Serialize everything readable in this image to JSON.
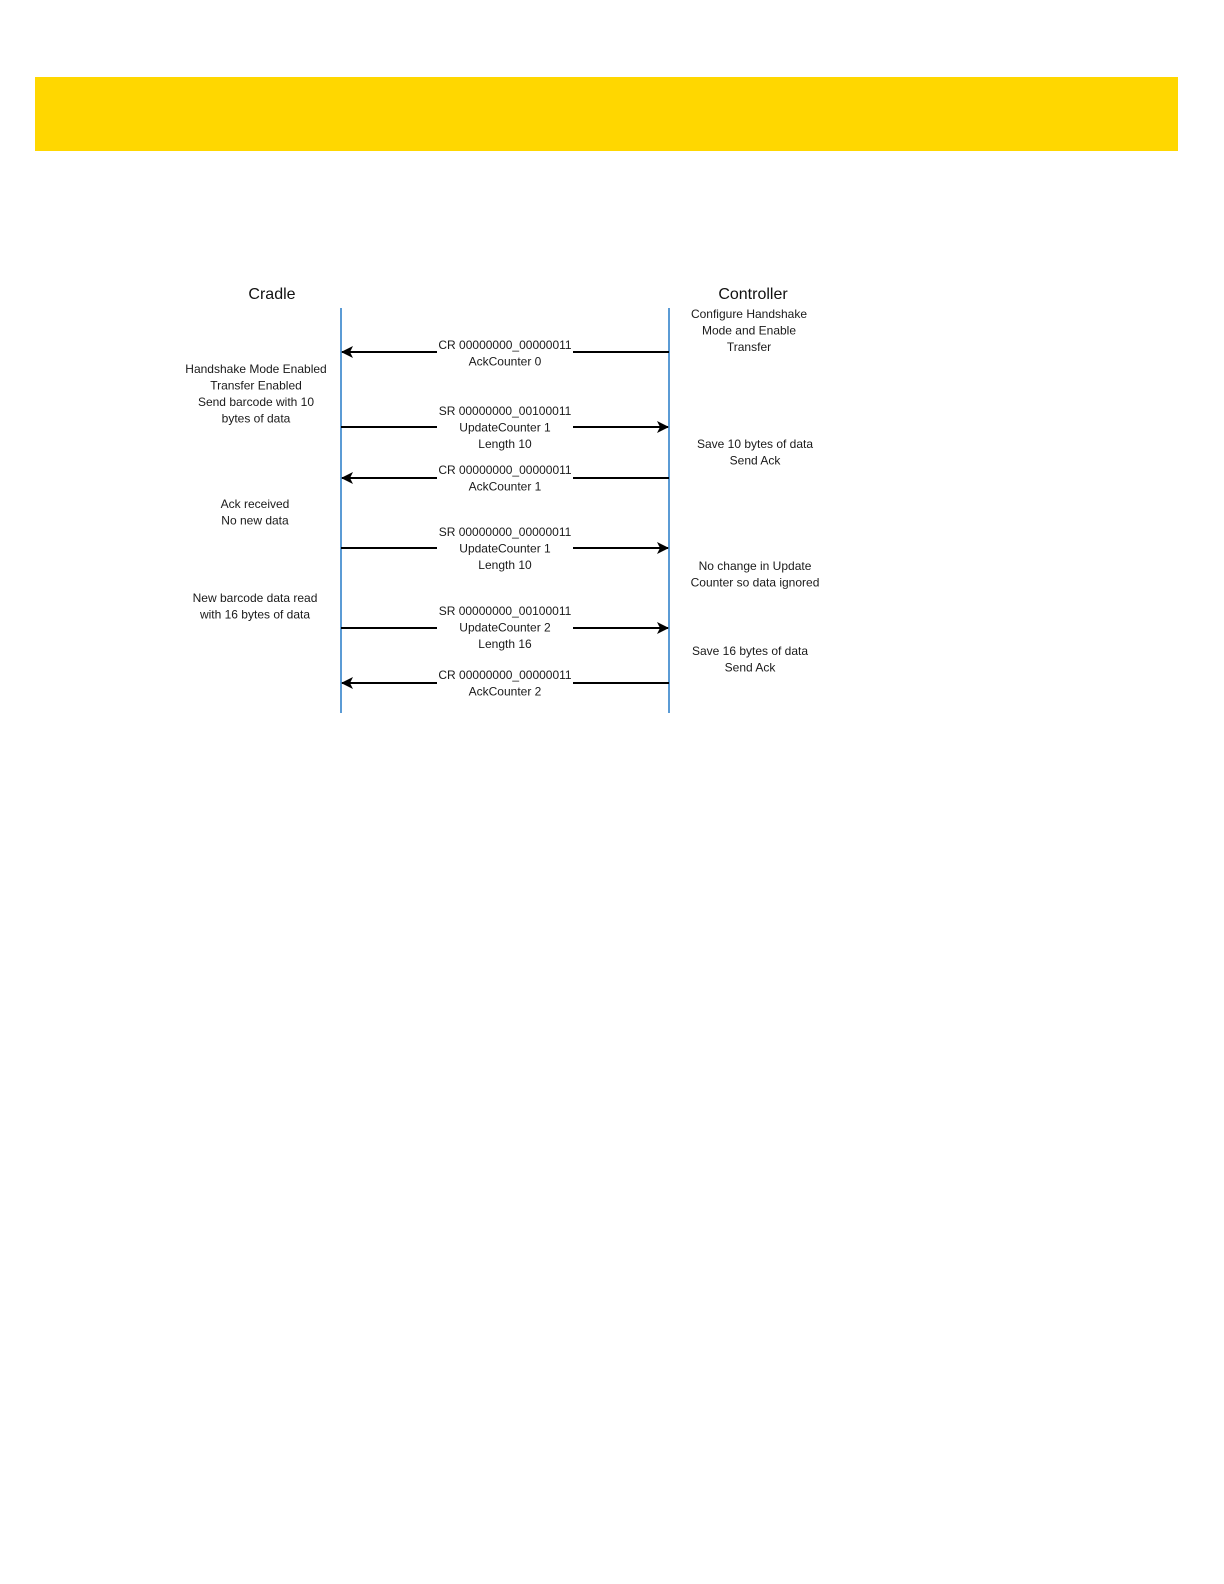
{
  "colors": {
    "header_bar": "#FFD700",
    "lifeline": "#5B9BD5",
    "arrow": "#000000",
    "text": "#1a1a1a"
  },
  "diagram": {
    "participants": {
      "left": "Cradle",
      "right": "Controller"
    },
    "messages": [
      {
        "direction": "to-left",
        "lines": [
          "CR 00000000_00000011",
          "AckCounter 0"
        ]
      },
      {
        "direction": "to-right",
        "lines": [
          "SR 00000000_00100011",
          "UpdateCounter 1",
          "Length 10"
        ]
      },
      {
        "direction": "to-left",
        "lines": [
          "CR 00000000_00000011",
          "AckCounter 1"
        ]
      },
      {
        "direction": "to-right",
        "lines": [
          "SR 00000000_00000011",
          "UpdateCounter 1",
          "Length 10"
        ]
      },
      {
        "direction": "to-right",
        "lines": [
          "SR 00000000_00100011",
          "UpdateCounter 2",
          "Length 16"
        ]
      },
      {
        "direction": "to-left",
        "lines": [
          "CR 00000000_00000011",
          "AckCounter 2"
        ]
      }
    ],
    "left_notes": [
      [
        "Handshake Mode Enabled",
        "Transfer Enabled",
        "Send barcode with 10",
        "bytes of data"
      ],
      [
        "Ack received",
        "No new data"
      ],
      [
        "New barcode data read",
        "with 16 bytes of data"
      ]
    ],
    "right_notes": [
      [
        "Configure Handshake",
        "Mode and Enable",
        "Transfer"
      ],
      [
        "Save 10 bytes of data",
        "Send Ack"
      ],
      [
        "No change in Update",
        "Counter so data ignored"
      ],
      [
        "Save 16 bytes of data",
        "Send Ack"
      ]
    ]
  }
}
